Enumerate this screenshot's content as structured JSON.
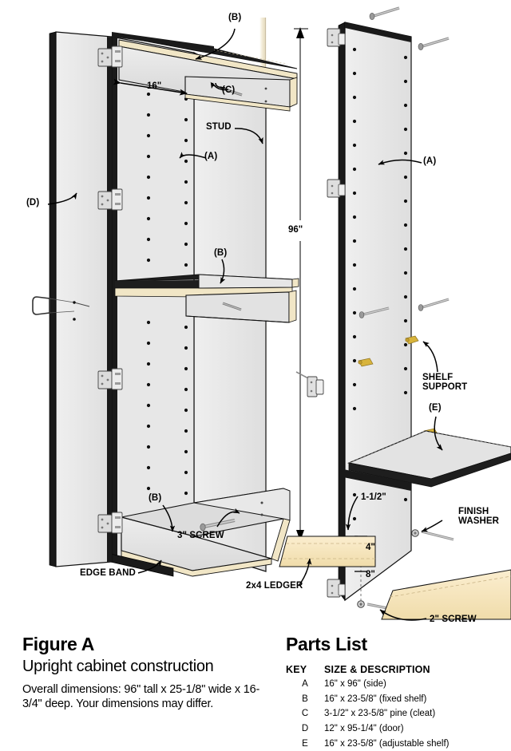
{
  "figure": {
    "title": "Figure A",
    "subtitle": "Upright cabinet construction",
    "description": "Overall dimensions: 96\" tall x\n25-1/8\" wide x 16-3/4\" deep.\nYour dimensions may differ."
  },
  "parts": {
    "title": "Parts List",
    "columns": {
      "key": "KEY",
      "desc": "SIZE & DESCRIPTION"
    },
    "rows": [
      {
        "key": "A",
        "desc": "16\" x 96\" (side)"
      },
      {
        "key": "B",
        "desc": "16\" x 23-5/8\" (fixed shelf)"
      },
      {
        "key": "C",
        "desc": "3-1/2\" x 23-5/8\" pine (cleat)"
      },
      {
        "key": "D",
        "desc": "12\" x 95-1/4\" (door)"
      },
      {
        "key": "E",
        "desc": "16\" x 23-5/8\" (adjustable shelf)"
      }
    ]
  },
  "callouts": {
    "b_top": "(B)",
    "c_cleat": "(C)",
    "a_left_side": "(A)",
    "d_door": "(D)",
    "b_mid_shelf": "(B)",
    "b_bottom_shelf": "(B)",
    "a_right_side": "(A)",
    "e_adj_shelf": "(E)",
    "stud": "STUD",
    "shelf_support": "SHELF\nSUPPORT",
    "finish_washer": "FINISH\nWASHER",
    "edge_band": "EDGE BAND",
    "screw_3in": "3\" SCREW",
    "screw_2in": "2\" SCREW",
    "ledger": "2x4 LEDGER"
  },
  "dimensions": {
    "width_16": "16\"",
    "height_96": "96\"",
    "gap_1_5": "1-1/2\"",
    "spacing_4": "4\"",
    "spacing_8": "8\""
  },
  "colors": {
    "panel_face": "#e9e9e9",
    "panel_face_dark": "#d5d5d5",
    "panel_edge_black": "#1a1a1a",
    "plywood_edge": "#efe4c4",
    "wood_ledger": "#f5e0b4",
    "stud": "#f3ecd8",
    "hardware": "#d8d8d8",
    "shelf_pin": "#d8b43c",
    "ink": "#000000"
  }
}
